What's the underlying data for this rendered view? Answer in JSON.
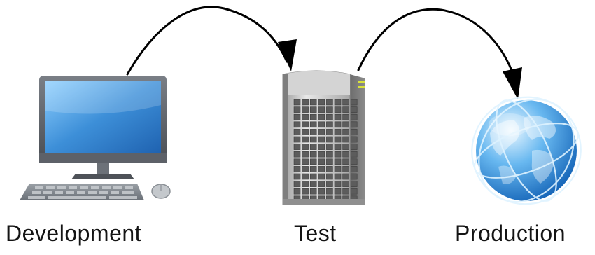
{
  "stages": {
    "development": {
      "label": "Development",
      "icon": "desktop-computer-icon"
    },
    "test": {
      "label": "Test",
      "icon": "server-tower-icon"
    },
    "production": {
      "label": "Production",
      "icon": "globe-icon"
    }
  },
  "colors": {
    "arrow": "#000000",
    "screen": "#3d8fd8",
    "server": "#b8b8b8",
    "globe": "#3c9be0"
  }
}
